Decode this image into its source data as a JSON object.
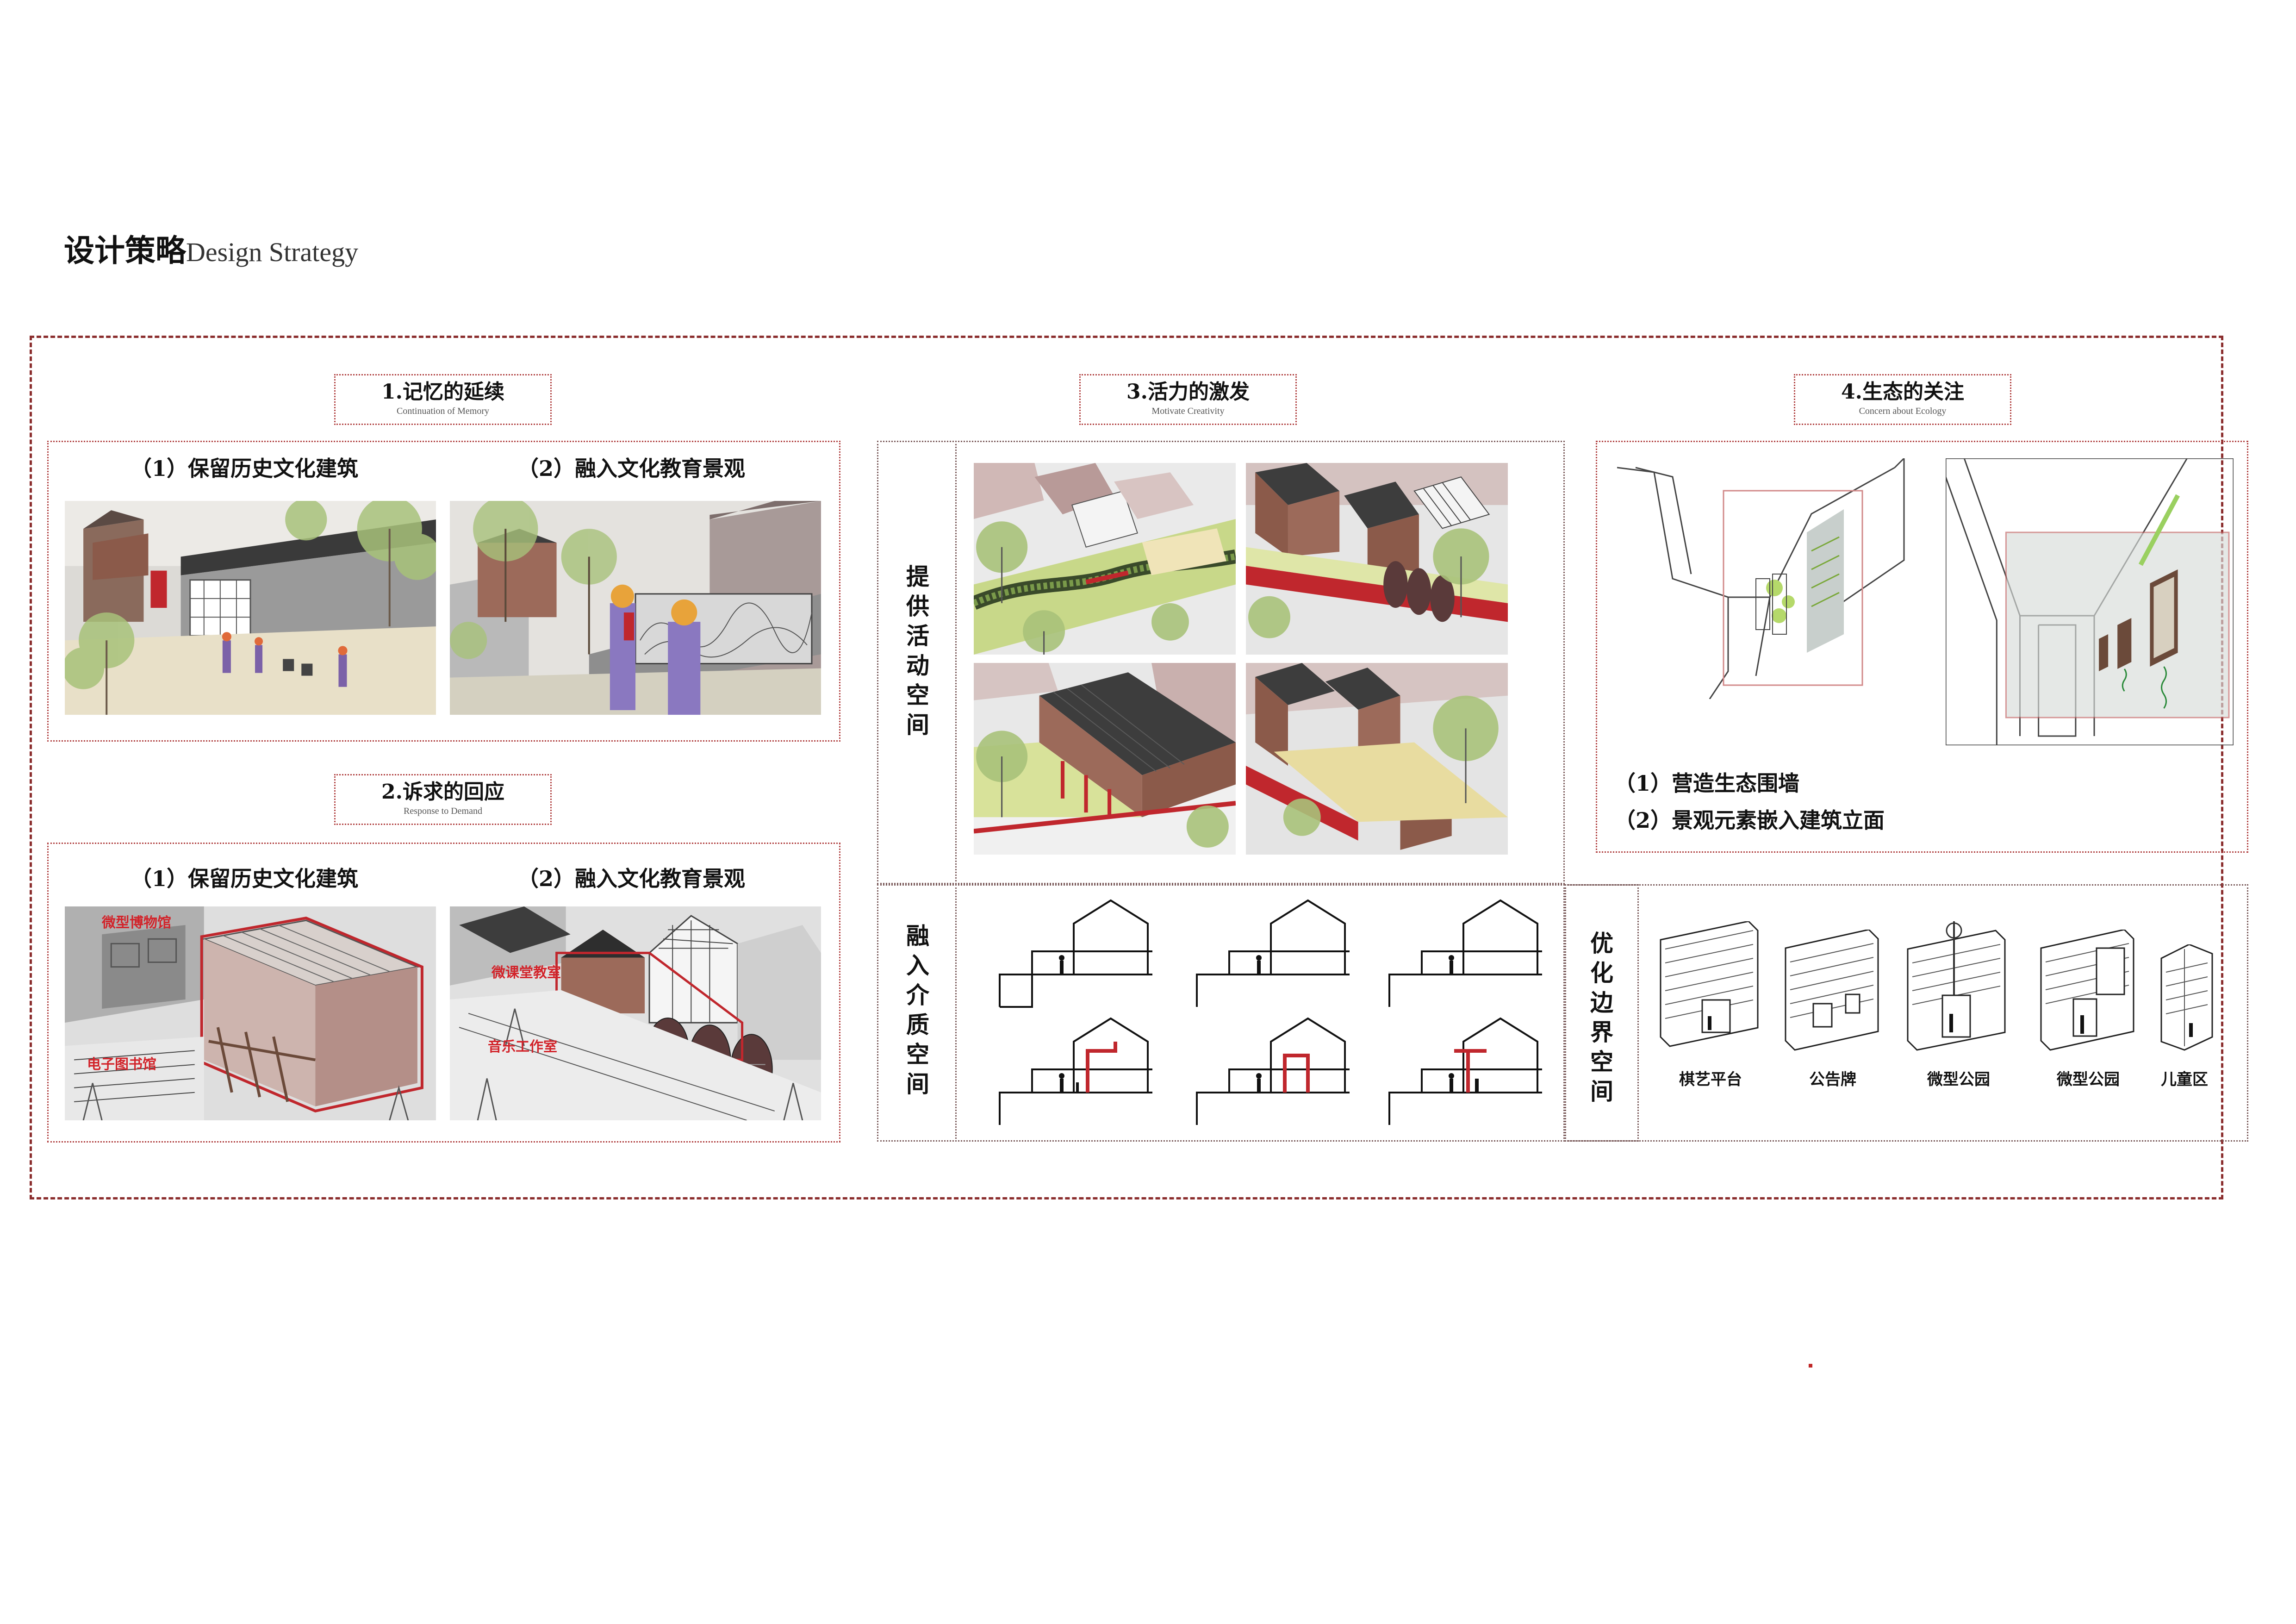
{
  "title": {
    "cn": "设计策略",
    "en": "Design Strategy"
  },
  "sections": {
    "memory": {
      "cn": "1.记忆的延续",
      "en": "Continuation of Memory",
      "sub1": "（1）保留历史文化建筑",
      "sub2": "（2）融入文化教育景观"
    },
    "demand": {
      "cn": "2.诉求的回应",
      "en": "Response to Demand",
      "sub1": "（1）保留历史文化建筑",
      "sub2": "（2）融入文化教育景观",
      "ann1": "微型博物馆",
      "ann2": "电子图书馆",
      "ann3": "微课堂教室",
      "ann4": "音乐工作室"
    },
    "vitality": {
      "cn": "3.活力的激发",
      "en": "Motivate Creativity",
      "label_activity": "提供活动空间",
      "label_medium": "融入介质空间"
    },
    "ecology": {
      "cn": "4.生态的关注",
      "en": "Concern about Ecology",
      "line1": "（1）营造生态围墙",
      "line2": "（2）景观元素嵌入建筑立面",
      "label_boundary": "优化边界空间",
      "captions": [
        "棋艺平台",
        "公告牌",
        "微型公园",
        "微型公园",
        "儿童区"
      ]
    }
  },
  "colors": {
    "accent": "#c0272d",
    "frame": "#8b2e2e",
    "roof": "#3d3d3d",
    "wall": "#9c6a5a",
    "green": "#b5c96a"
  }
}
